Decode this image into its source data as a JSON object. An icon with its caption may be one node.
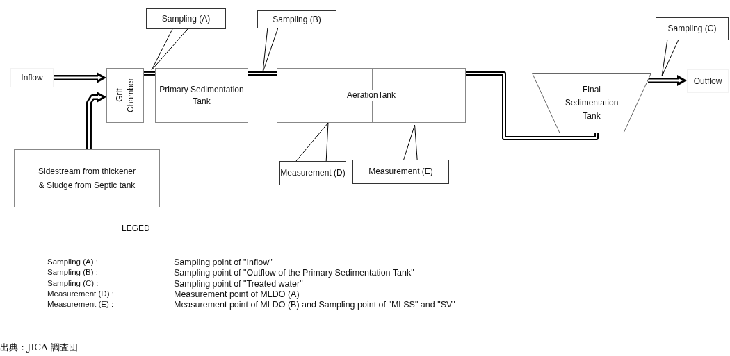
{
  "diagram": {
    "caption": "出典：JICA 調査団",
    "nodes": [
      {
        "text": [
          "Inflow"
        ]
      },
      {
        "text": [
          "Grit Chamber"
        ]
      },
      {
        "text": [
          "Primary Sedimentation Tank"
        ]
      },
      {
        "text": [
          "AerationTank"
        ]
      },
      {
        "text": [
          "Final Sedimentation Tank"
        ]
      },
      {
        "text": [
          "Outflow"
        ]
      },
      {
        "text": [
          "Sidestream from thickener & Sludge from Septic tank"
        ]
      },
      {
        "text": [
          "Sampling (A)"
        ]
      },
      {
        "text": [
          "Sampling (B)"
        ]
      },
      {
        "text": [
          "Sampling (C)"
        ]
      },
      {
        "text": [
          "Measurement (D)"
        ]
      },
      {
        "text": [
          "Measurement (E)"
        ]
      }
    ],
    "edges": [
      {
        "from": 0,
        "to": 1,
        "arrow": "to"
      },
      {
        "from": 6,
        "to": 1,
        "arrow": "to"
      },
      {
        "from": 1,
        "to": 2,
        "arrow": "none"
      },
      {
        "from": 2,
        "to": 3,
        "arrow": "none"
      },
      {
        "from": 3,
        "to": 4,
        "arrow": "none"
      },
      {
        "from": 4,
        "to": 5,
        "arrow": "to"
      },
      {
        "from": 7,
        "to": null,
        "arrow": "none"
      },
      {
        "from": 8,
        "to": null,
        "arrow": "none"
      },
      {
        "from": 9,
        "to": null,
        "arrow": "none"
      },
      {
        "from": 10,
        "to": 3,
        "arrow": "none"
      },
      {
        "from": 11,
        "to": 3,
        "arrow": "none"
      }
    ],
    "labels": [
      "LEGED",
      "Sampling (A) :",
      "Sampling point of \"Inflow\"",
      "Sampling (B) :",
      "Sampling point of \"Outflow of the Primary Sedimentation Tank\"",
      "Sampling (C) :",
      "Sampling point of \"Treated water\"",
      "Measurement (D) :",
      "Measurement point of MLDO (A)",
      "Measurement (E) :",
      "Measurement point of MLDO (B) and Sampling point of \"MLSS\" and \"SV\""
    ]
  }
}
